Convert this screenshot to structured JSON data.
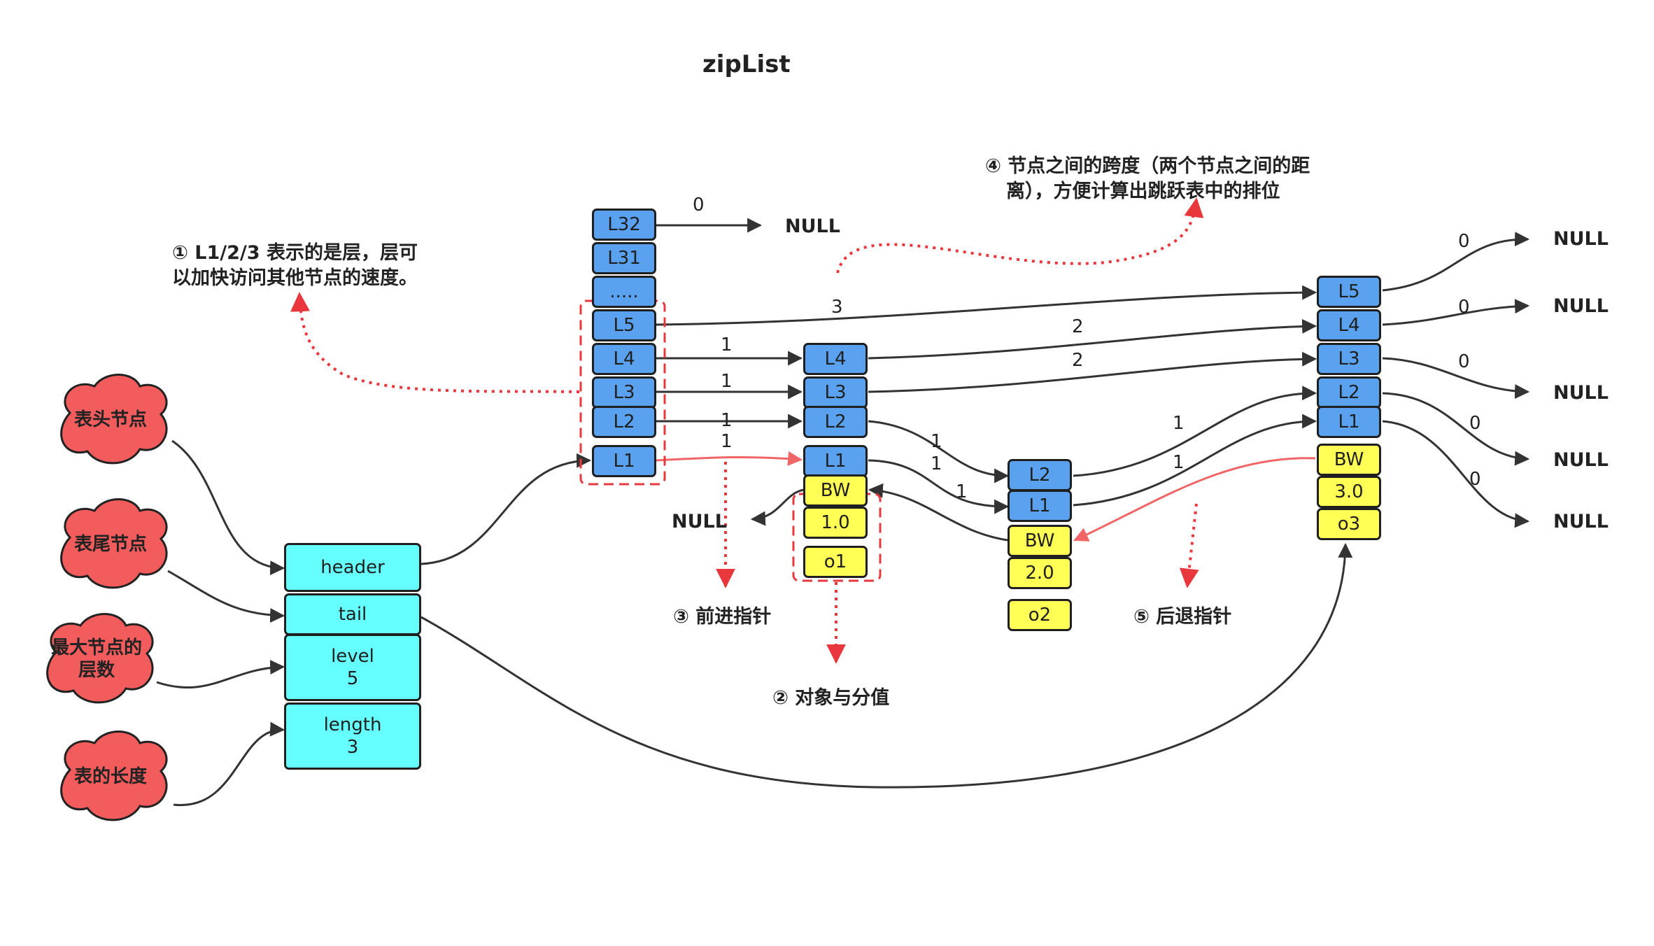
{
  "title": "zipList",
  "header_struct": {
    "header": "header",
    "tail": "tail",
    "level_label": "level",
    "level_value": "5",
    "length_label": "length",
    "length_value": "3"
  },
  "clouds": [
    "表头节点",
    "表尾节点",
    "最大节点的层数",
    "表的长度"
  ],
  "clouds_lines": {
    "max_level_1": "最大节点的",
    "max_level_2": "层数"
  },
  "head_node": [
    "L32",
    "L31",
    ".....",
    "L5",
    "L4",
    "L3",
    "L2",
    "L1"
  ],
  "node1": {
    "levels": [
      "L4",
      "L3",
      "L2",
      "L1"
    ],
    "backward": "BW",
    "score": "1.0",
    "obj": "o1"
  },
  "node2": {
    "levels": [
      "L2",
      "L1"
    ],
    "backward": "BW",
    "score": "2.0",
    "obj": "o2"
  },
  "node3": {
    "levels": [
      "L5",
      "L4",
      "L3",
      "L2",
      "L1"
    ],
    "backward": "BW",
    "score": "3.0",
    "obj": "o3"
  },
  "null_label": "NULL",
  "spans": {
    "head_l32": "0",
    "head_l5": "3",
    "head_l4": "1",
    "head_l3": "1",
    "head_l2": "1",
    "head_l1": "1",
    "n1_l4": "2",
    "n1_l3": "2",
    "n1_l2": "1",
    "n1_l1": "1",
    "n1_bw": "1",
    "n2_l2": "1",
    "n2_l1": "1",
    "n3_l5": "0",
    "n3_l4": "0",
    "n3_l3": "0",
    "n3_l2": "0",
    "n3_l1": "0"
  },
  "notes": {
    "note1_line1": "① L1/2/3 表示的是层，层可",
    "note1_line2": "以加快访问其他节点的速度。",
    "note2": "② 对象与分值",
    "note3": "③ 前进指针",
    "note4_line1": "④ 节点之间的跨度（两个节点之间的距",
    "note4_line2": "离），方便计算出跳跃表中的排位",
    "note5": "⑤ 后退指针"
  },
  "colors": {
    "level_box": "#5aa2ef",
    "value_box": "#ffff55",
    "struct_box": "#66ffff",
    "cloud": "#f25c5c",
    "annotation": "#e8383d",
    "arrow": "#333333"
  }
}
